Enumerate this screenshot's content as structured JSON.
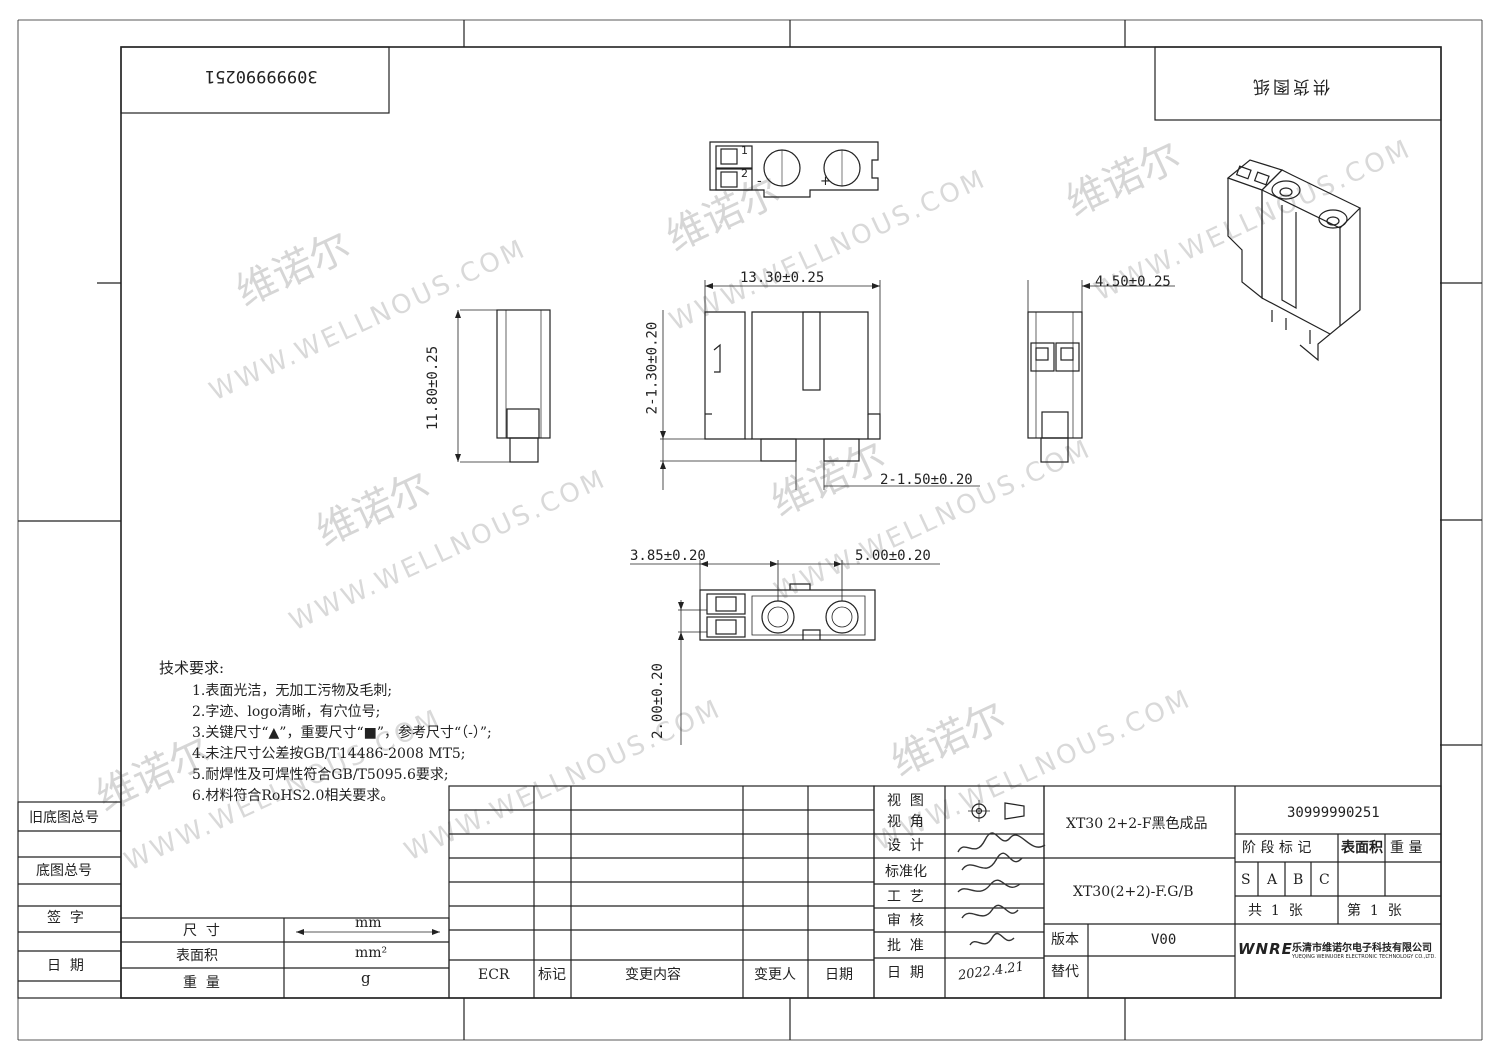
{
  "drawing_number_top": "30999990251",
  "supply_stamp": "供货图纸",
  "watermarks": {
    "cn": "维诺尔",
    "en": "WWW.WELLNOUS.COM"
  },
  "dimensions": {
    "length": "13.30±0.25",
    "width": "4.50±0.25",
    "height": "11.80±0.25",
    "pin_offset": "2-1.30±0.20",
    "pin_width": "2-1.50±0.20",
    "bottom_left": "3.85±0.20",
    "bottom_right": "5.00±0.20",
    "bottom_height": "2.00±0.20"
  },
  "tech_requirements": {
    "title": "技术要求:",
    "items": [
      "1.表面光洁，无加工污物及毛刺;",
      "2.字迹、logo清晰，有穴位号;",
      "3.关键尺寸“▲”，重要尺寸“■”，参考尺寸“（-）”;",
      "4.未注尺寸公差按GB/T14486-2008 MT5;",
      "5.耐焊性及可焊性符合GB/T5095.6要求;",
      "6.材料符合RoHS2.0相关要求。"
    ]
  },
  "left_column": {
    "old_base_number": "旧底图总号",
    "base_number": "底图总号",
    "signature": "签  字",
    "date": "日  期"
  },
  "property_table": {
    "size_label": "尺  寸",
    "size_unit": "mm",
    "area_label": "表面积",
    "area_unit": "mm²",
    "weight_label": "重  量",
    "weight_unit": "g"
  },
  "change_table": {
    "ecr": "ECR",
    "mark": "标记",
    "content": "变更内容",
    "changer": "变更人",
    "date": "日期"
  },
  "approval": {
    "view": "视  图",
    "view_angle": "视  角",
    "design": "设  计",
    "standard": "标准化",
    "process": "工  艺",
    "review": "审  核",
    "approve": "批  准",
    "date": "日  期"
  },
  "signatures": [
    "签名",
    "签名",
    "签名",
    "签名",
    "签名",
    "2022.4.21"
  ],
  "title_block": {
    "product_name": "XT30 2+2-F黑色成品",
    "part_number": "30999990251",
    "model": "XT30(2+2)-F.G/B",
    "stage_label": "阶 段 标 记",
    "surface_label": "表面积",
    "weight_label": "重 量",
    "stages": [
      "S",
      "A",
      "B",
      "C"
    ],
    "total_sheets": "共  1  张",
    "sheet_no": "第  1  张",
    "version_label": "版本",
    "version": "V00",
    "replace_label": "替代",
    "company_logo": "WNRE",
    "company_name_cn": "乐清市维诺尔电子科技有限公司",
    "company_name_en": "YUEQING WEINUOER ELECTRONIC TECHNOLOGY CO.,LTD."
  },
  "part_marks": {
    "pin1": "1",
    "pin2": "2",
    "plus": "+",
    "minus": "-"
  }
}
